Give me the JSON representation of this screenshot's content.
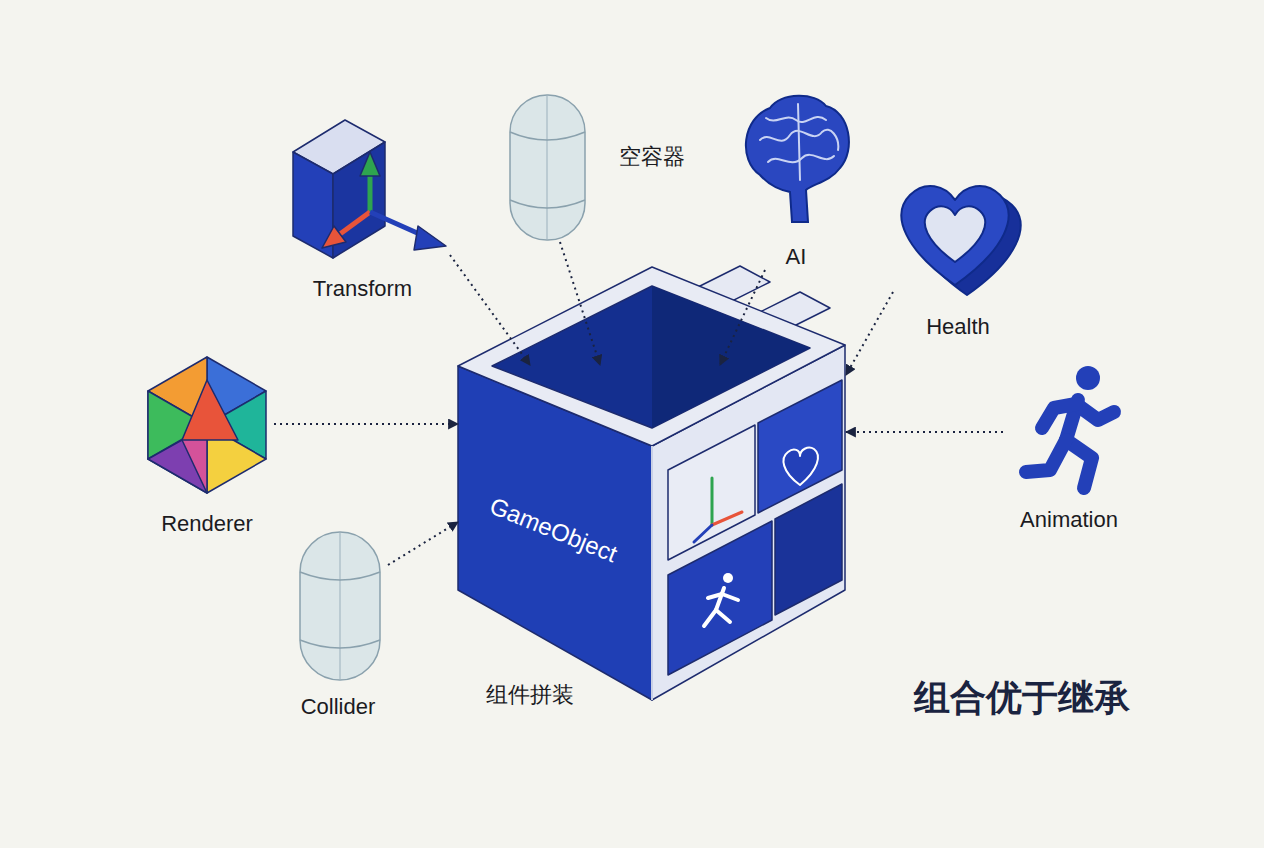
{
  "diagram": {
    "title": "组合优于继承",
    "nodes": [
      {
        "text": [
          "Transform"
        ]
      },
      {
        "text": [
          "空容器"
        ]
      },
      {
        "text": [
          "AI"
        ]
      },
      {
        "text": [
          "Health"
        ]
      },
      {
        "text": [
          "Renderer"
        ]
      },
      {
        "text": [
          "GameObject"
        ]
      },
      {
        "text": [
          "Animation"
        ]
      },
      {
        "text": [
          "Collider"
        ]
      }
    ],
    "edges": [
      {
        "from": 0,
        "to": 5,
        "arrow": "to"
      },
      {
        "from": 1,
        "to": 5,
        "arrow": "to"
      },
      {
        "from": 2,
        "to": 5,
        "arrow": "to"
      },
      {
        "from": 3,
        "to": 5,
        "arrow": "to"
      },
      {
        "from": 4,
        "to": 5,
        "arrow": "to"
      },
      {
        "from": 6,
        "to": 5,
        "arrow": "to"
      },
      {
        "from": 7,
        "to": 5,
        "arrow": "to"
      }
    ],
    "labels": [
      "组件拼装"
    ]
  }
}
